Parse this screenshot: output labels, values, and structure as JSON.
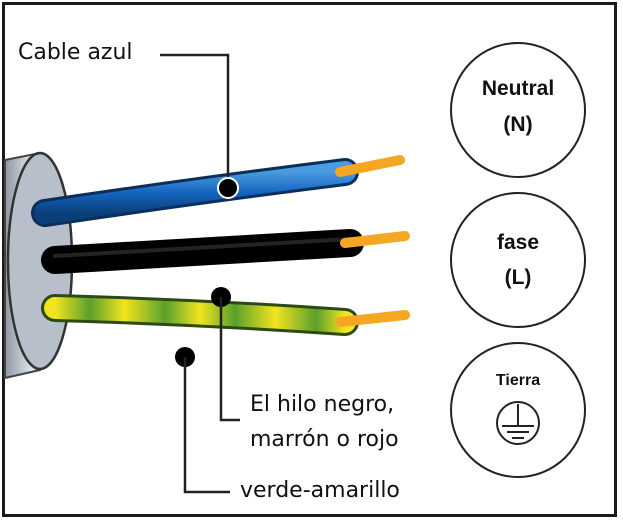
{
  "labels": {
    "blue_cable": "Cable azul",
    "black_wire_line1": "El  hilo  negro,",
    "black_wire_line2": "marrón o rojo",
    "yellow_green": "verde-amarillo"
  },
  "circles": {
    "neutral": {
      "title": "Neutral",
      "symbol": "(N)"
    },
    "phase": {
      "title": "fase",
      "symbol": "(L)"
    },
    "earth": {
      "title": "Tierra",
      "icon": "ground-icon"
    }
  },
  "colors": {
    "blue_wire": "#1565c0",
    "black_wire": "#111111",
    "earth_green": "#5aa02c",
    "earth_yellow": "#f2e51f",
    "copper": "#f5a623",
    "sheath": "#c9d0d8"
  }
}
